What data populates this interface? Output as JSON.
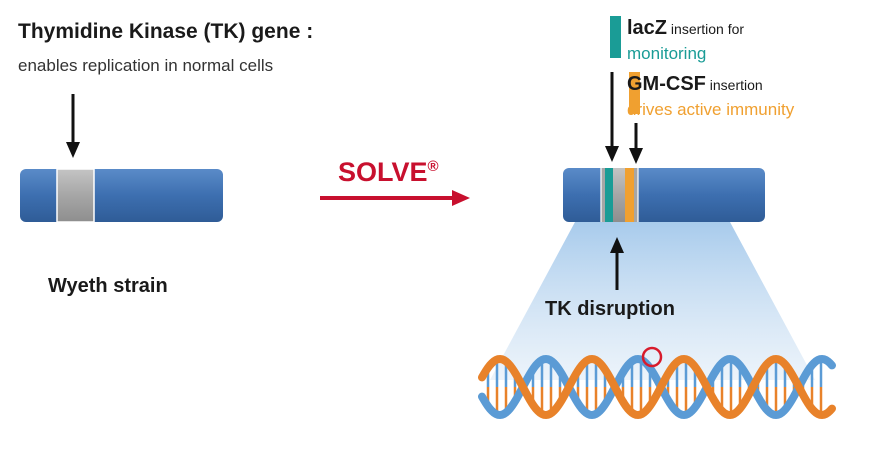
{
  "diagram": {
    "title": "Thymidine Kinase (TK) gene :",
    "subtitle": "enables replication in normal cells",
    "left_label": "Wyeth strain",
    "process_label": "SOLVE",
    "process_mark": "®",
    "lacz": {
      "name": "lacZ",
      "suffix": " insertion for",
      "line2": "monitoring",
      "color": "#1a9c96"
    },
    "gmcsf": {
      "name": "GM-CSF",
      "suffix": " insertion",
      "line2": "drives active immunity",
      "color": "#f0a030"
    },
    "bottom_label": "TK disruption",
    "colors": {
      "chromosome": "#3d6fb0",
      "tk_segment": "#a6a6a6",
      "arrow": "#c8102e",
      "dna_blue": "#5b9bd5",
      "dna_orange": "#e8822a",
      "highlight": "#d81b2c"
    }
  }
}
